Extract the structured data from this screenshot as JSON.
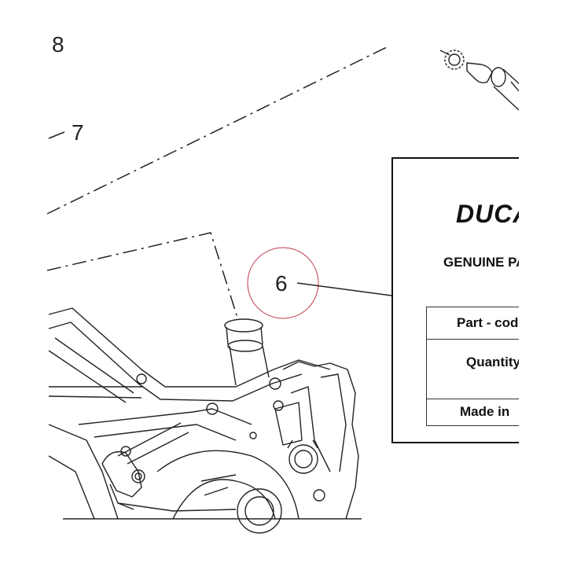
{
  "callouts": {
    "partial_top": "8",
    "seven": "7",
    "six": "6"
  },
  "label_card": {
    "brand": "DUCATI",
    "genuine": "GENUINE PARTS",
    "rows": [
      "Part - code",
      "Quantity",
      "Made in"
    ]
  },
  "colors": {
    "line": "#222222",
    "highlight_circle": "#c0394b"
  }
}
